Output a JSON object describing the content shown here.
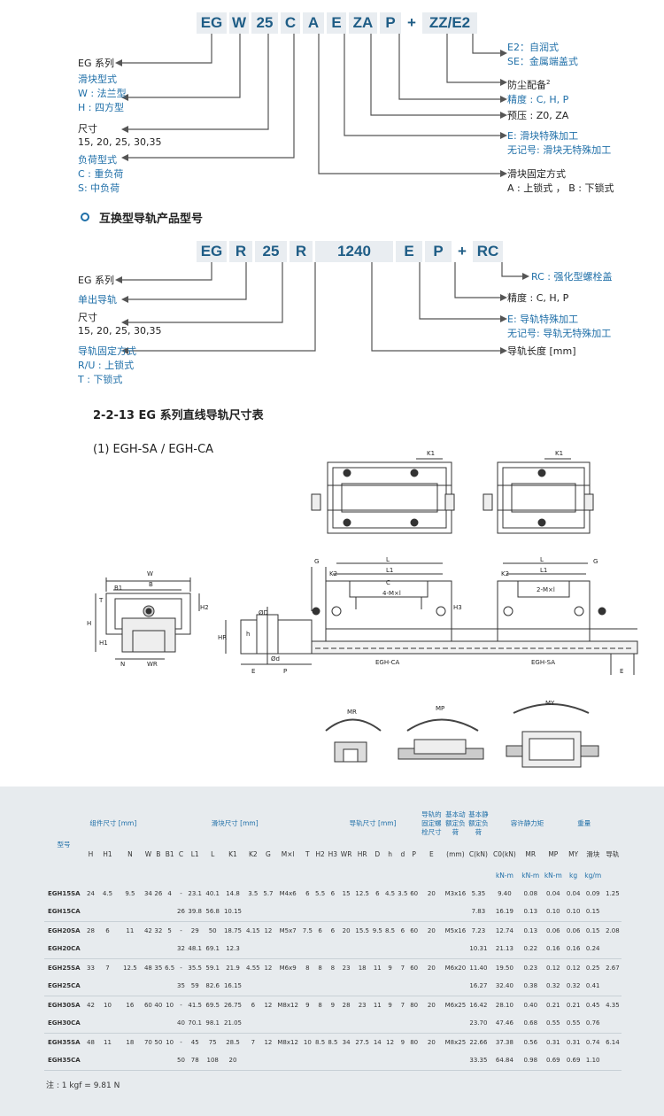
{
  "model1": {
    "parts": [
      "EG",
      "W",
      "25",
      "C",
      "A",
      "E",
      "ZA",
      "P",
      "+",
      "ZZ/E2"
    ]
  },
  "model1_labels": {
    "series": "EG 系列",
    "block_type": "滑块型式",
    "block_w": "W : 法兰型",
    "block_h": "H : 四方型",
    "size": "尺寸",
    "size_vals": "15, 20, 25, 30,35",
    "load_type": "负荷型式",
    "load_c": "C : 重负荷",
    "load_s": "S: 中负荷",
    "e2": "E2：自润式",
    "se": "SE：金属端盖式",
    "dust": "防尘配备",
    "dust_sup": "2",
    "precision": "精度 : C, H, P",
    "preload": "预压 : Z0, ZA",
    "e_special": "E: 滑块特殊加工",
    "no_mark": "无记号: 滑块无特殊加工",
    "mount": "滑块固定方式",
    "mount_vals": "A : 上锁式 ， B : 下锁式"
  },
  "section2_title": "互换型导轨产品型号",
  "model2": {
    "parts": [
      "EG",
      "R",
      "25",
      "R",
      "1240",
      "E",
      "P",
      "+",
      "RC"
    ]
  },
  "model2_labels": {
    "series": "EG 系列",
    "single": "单出导轨",
    "size": "尺寸",
    "size_vals": "15, 20, 25, 30,35",
    "mount": "导轨固定方式",
    "mount_r": "R/U : 上锁式",
    "mount_t": "T : 下锁式",
    "rc": "RC : 强化型螺栓盖",
    "precision": "精度 : C, H, P",
    "e_special": "E: 导轨特殊加工",
    "no_mark": "无记号: 导轨无特殊加工",
    "length": "导轨长度 [mm]"
  },
  "table_title": "2-2-13 EG 系列直线导轨尺寸表",
  "subtitle": "(1) EGH-SA / EGH-CA",
  "diagram_labels": {
    "K1": "K1",
    "W": "W",
    "B": "B",
    "B1": "B1",
    "T": "T",
    "H2": "H2",
    "H": "H",
    "H1": "H1",
    "N": "N",
    "WR": "WR",
    "G": "G",
    "K2": "K2",
    "L": "L",
    "L1": "L1",
    "C": "C",
    "M": "4-M×l",
    "M2": "2-M×l",
    "HR": "HR",
    "h": "h",
    "D": "ØD",
    "d": "Ød",
    "E": "E",
    "P": "P",
    "H3": "H3",
    "CA": "EGH-CA",
    "SA": "EGH-SA",
    "MR": "MR",
    "MP": "MP",
    "MY": "MY"
  },
  "table": {
    "h_model": "型号",
    "h_assy": "组件尺寸 [mm]",
    "h_block": "滑块尺寸 [mm]",
    "h_rail": "导轨尺寸 [mm]",
    "h_bolt": "导轨的固定螺栓尺寸",
    "h_dyn": "基本动额定负荷",
    "h_sta": "基本静额定负荷",
    "h_mom": "容许静力矩",
    "h_wt": "重量",
    "sub": [
      "H",
      "H1",
      "N",
      "W",
      "B",
      "B1",
      "C",
      "L1",
      "L",
      "K1",
      "K2",
      "G",
      "M×l",
      "T",
      "H2",
      "H3",
      "WR",
      "HR",
      "D",
      "h",
      "d",
      "P",
      "E",
      "(mm)",
      "C(kN)",
      "C0(kN)",
      "MR",
      "MP",
      "MY",
      "滑块",
      "导轨"
    ],
    "units": [
      "kN-m",
      "kN-m",
      "kN-m",
      "kg",
      "kg/m"
    ],
    "rows": [
      {
        "m": "EGH15SA",
        "v": [
          "24",
          "4.5",
          "9.5",
          "34",
          "26",
          "4",
          "-",
          "23.1",
          "40.1",
          "14.8",
          "3.5",
          "5.7",
          "M4x6",
          "6",
          "5.5",
          "6",
          "15",
          "12.5",
          "6",
          "4.5",
          "3.5",
          "60",
          "20",
          "M3x16",
          "5.35",
          "9.40",
          "0.08",
          "0.04",
          "0.04",
          "0.09",
          "1.25"
        ]
      },
      {
        "m": "EGH15CA",
        "v": [
          "",
          "",
          "",
          "",
          "",
          "",
          "26",
          "39.8",
          "56.8",
          "10.15",
          "",
          "",
          "",
          "",
          "",
          "",
          "",
          "",
          "",
          "",
          "",
          "",
          "",
          "",
          "7.83",
          "16.19",
          "0.13",
          "0.10",
          "0.10",
          "0.15",
          ""
        ]
      },
      {
        "m": "EGH20SA",
        "v": [
          "28",
          "6",
          "11",
          "42",
          "32",
          "5",
          "-",
          "29",
          "50",
          "18.75",
          "4.15",
          "12",
          "M5x7",
          "7.5",
          "6",
          "6",
          "20",
          "15.5",
          "9.5",
          "8.5",
          "6",
          "60",
          "20",
          "M5x16",
          "7.23",
          "12.74",
          "0.13",
          "0.06",
          "0.06",
          "0.15",
          "2.08"
        ]
      },
      {
        "m": "EGH20CA",
        "v": [
          "",
          "",
          "",
          "",
          "",
          "",
          "32",
          "48.1",
          "69.1",
          "12.3",
          "",
          "",
          "",
          "",
          "",
          "",
          "",
          "",
          "",
          "",
          "",
          "",
          "",
          "",
          "10.31",
          "21.13",
          "0.22",
          "0.16",
          "0.16",
          "0.24",
          ""
        ]
      },
      {
        "m": "EGH25SA",
        "v": [
          "33",
          "7",
          "12.5",
          "48",
          "35",
          "6.5",
          "-",
          "35.5",
          "59.1",
          "21.9",
          "4.55",
          "12",
          "M6x9",
          "8",
          "8",
          "8",
          "23",
          "18",
          "11",
          "9",
          "7",
          "60",
          "20",
          "M6x20",
          "11.40",
          "19.50",
          "0.23",
          "0.12",
          "0.12",
          "0.25",
          "2.67"
        ]
      },
      {
        "m": "EGH25CA",
        "v": [
          "",
          "",
          "",
          "",
          "",
          "",
          "35",
          "59",
          "82.6",
          "16.15",
          "",
          "",
          "",
          "",
          "",
          "",
          "",
          "",
          "",
          "",
          "",
          "",
          "",
          "",
          "16.27",
          "32.40",
          "0.38",
          "0.32",
          "0.32",
          "0.41",
          ""
        ]
      },
      {
        "m": "EGH30SA",
        "v": [
          "42",
          "10",
          "16",
          "60",
          "40",
          "10",
          "-",
          "41.5",
          "69.5",
          "26.75",
          "6",
          "12",
          "M8x12",
          "9",
          "8",
          "9",
          "28",
          "23",
          "11",
          "9",
          "7",
          "80",
          "20",
          "M6x25",
          "16.42",
          "28.10",
          "0.40",
          "0.21",
          "0.21",
          "0.45",
          "4.35"
        ]
      },
      {
        "m": "EGH30CA",
        "v": [
          "",
          "",
          "",
          "",
          "",
          "",
          "40",
          "70.1",
          "98.1",
          "21.05",
          "",
          "",
          "",
          "",
          "",
          "",
          "",
          "",
          "",
          "",
          "",
          "",
          "",
          "",
          "23.70",
          "47.46",
          "0.68",
          "0.55",
          "0.55",
          "0.76",
          ""
        ]
      },
      {
        "m": "EGH35SA",
        "v": [
          "48",
          "11",
          "18",
          "70",
          "50",
          "10",
          "-",
          "45",
          "75",
          "28.5",
          "7",
          "12",
          "M8x12",
          "10",
          "8.5",
          "8.5",
          "34",
          "27.5",
          "14",
          "12",
          "9",
          "80",
          "20",
          "M8x25",
          "22.66",
          "37.38",
          "0.56",
          "0.31",
          "0.31",
          "0.74",
          "6.14"
        ]
      },
      {
        "m": "EGH35CA",
        "v": [
          "",
          "",
          "",
          "",
          "",
          "",
          "50",
          "78",
          "108",
          "20",
          "",
          "",
          "",
          "",
          "",
          "",
          "",
          "",
          "",
          "",
          "",
          "",
          "",
          "",
          "33.35",
          "64.84",
          "0.98",
          "0.69",
          "0.69",
          "1.10",
          ""
        ]
      }
    ],
    "note": "注 : 1 kgf = 9.81 N"
  }
}
